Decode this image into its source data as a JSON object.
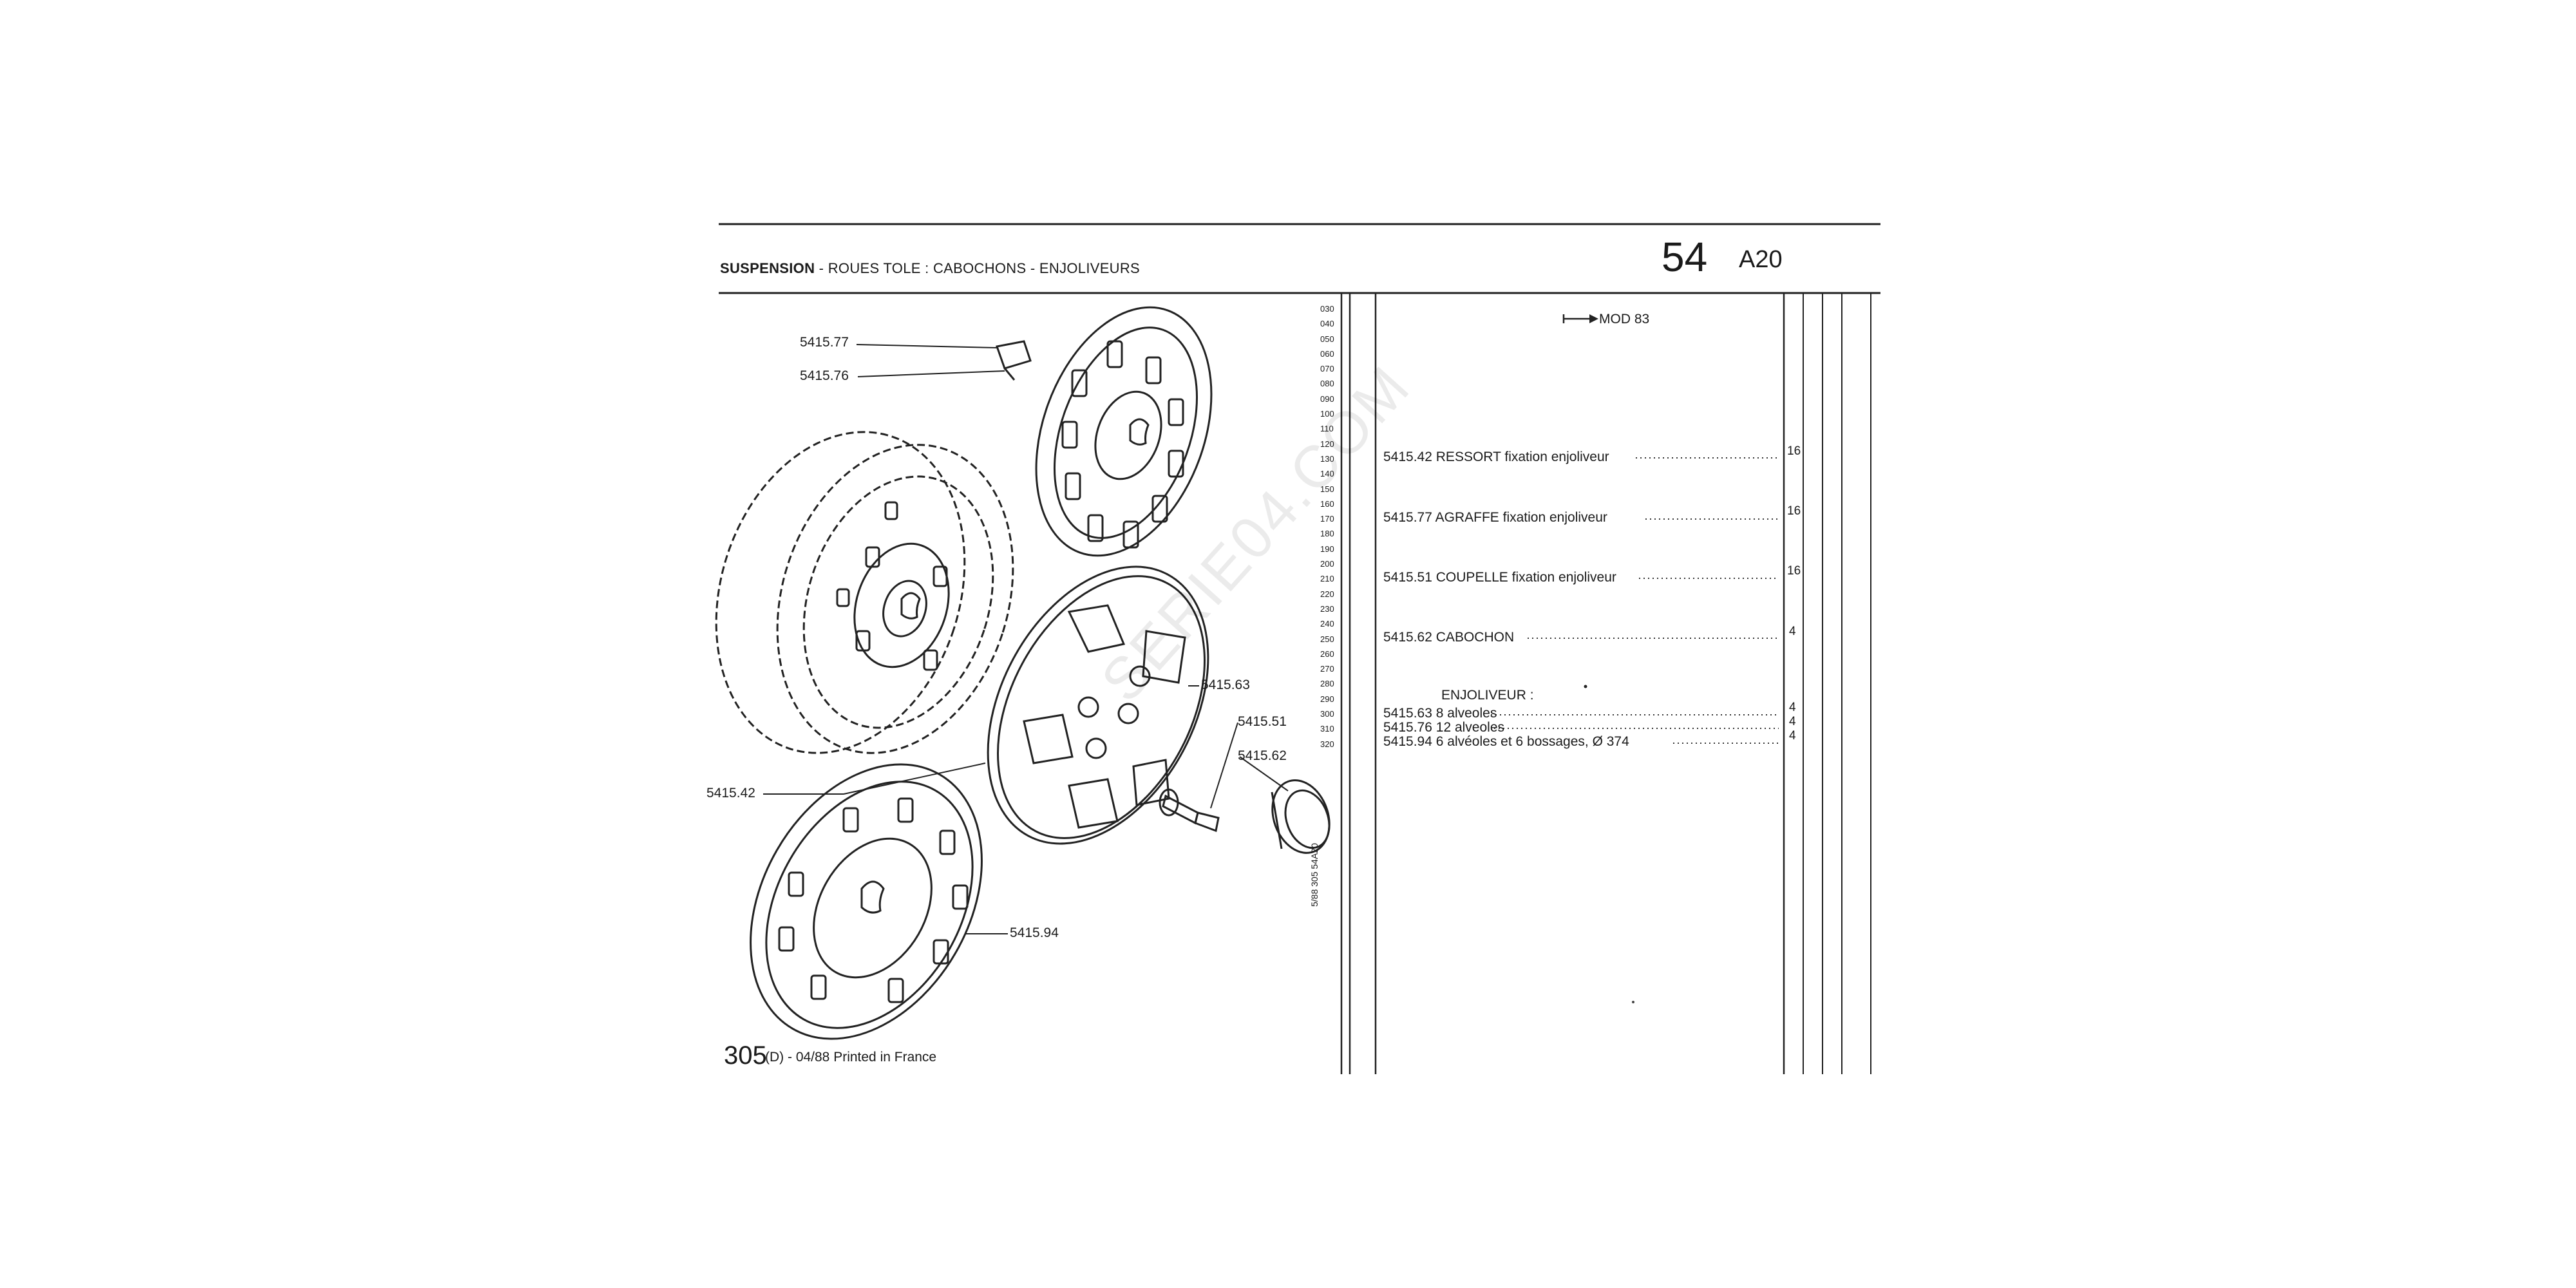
{
  "header": {
    "title_bold": "SUSPENSION",
    "title_rest": " - ROUES TOLE : CABOCHONS - ENJOLIVEURS",
    "page_number": "54",
    "page_code": "A20"
  },
  "callouts": {
    "c1": "5415.77",
    "c2": "5415.76",
    "c3": "5415.63",
    "c4": "5415.51",
    "c5": "5415.62",
    "c6": "5415.42",
    "c7": "5415.94"
  },
  "reference_numbers": [
    "030",
    "040",
    "050",
    "060",
    "070",
    "080",
    "090",
    "100",
    "110",
    "120",
    "130",
    "140",
    "150",
    "160",
    "170",
    "180",
    "190",
    "200",
    "210",
    "220",
    "230",
    "240",
    "250",
    "260",
    "270",
    "280",
    "290",
    "300",
    "310",
    "320"
  ],
  "mod_label": "MOD 83",
  "parts": [
    {
      "ref": "5415.42",
      "desc": "RESSORT fixation enjoliveur",
      "qty": "16"
    },
    {
      "ref": "5415.77",
      "desc": "AGRAFFE fixation enjoliveur",
      "qty": "16"
    },
    {
      "ref": "5415.51",
      "desc": "COUPELLE fixation enjoliveur",
      "qty": "16"
    },
    {
      "ref": "5415.62",
      "desc": "CABOCHON",
      "qty": "4"
    }
  ],
  "enjoliveur": {
    "heading": "ENJOLIVEUR :",
    "items": [
      {
        "ref": "5415.63",
        "desc": "8 alveoles",
        "qty": "4"
      },
      {
        "ref": "5415.76",
        "desc": "12 alveoles",
        "qty": "4"
      },
      {
        "ref": "5415.94",
        "desc": "6 alvéoles et 6 bossages, Ø  374",
        "qty": "4"
      }
    ]
  },
  "footer": {
    "model": "305",
    "rest": "(D) - 04/88 Printed in France"
  },
  "side_code": "5/88  305  54A20",
  "watermark": "SERIE04.COM"
}
